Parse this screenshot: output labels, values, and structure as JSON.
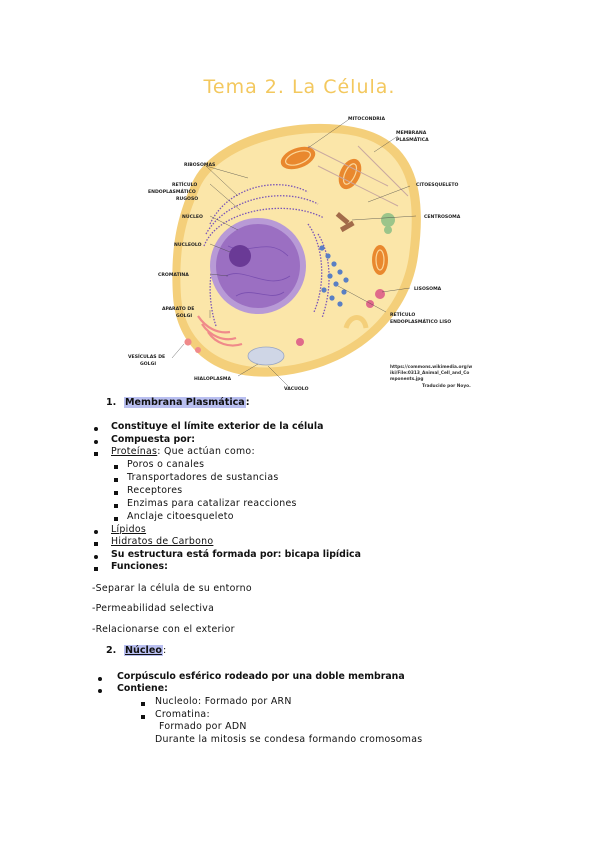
{
  "title": "Tema 2. La Célula.",
  "diagram": {
    "labels": {
      "mitocondria": "MITOCONDRIA",
      "membrana1": "MEMBRANA",
      "membrana2": "PLASMÁTICA",
      "ribosomas": "RIBOSOMAS",
      "rer1": "RETÍCULO",
      "rer2": "ENDOPLASMÁTICO",
      "rer3": "RUGOSO",
      "citoesqueleto": "CITOESQUELETO",
      "nucleo": "NÚCLEO",
      "centrosoma": "CENTROSOMA",
      "nucleolo": "NUCLEOLO",
      "cromatina": "CROMATINA",
      "lisosoma": "LISOSOMA",
      "golgi1": "APARATO DE",
      "golgi2": "GOLGI",
      "rel1": "RETÍCULO",
      "rel2": "ENDOPLASMÁTICO LISO",
      "vesiculas1": "VESÍCULAS DE",
      "vesiculas2": "GOLGI",
      "hialoplasma": "HIALOPLASMA",
      "vacuolo": "VACUOLO"
    },
    "credit": {
      "line1": "https://commons.wikimedia.org/w",
      "line2": "iki/File:0313_Animal_Cell_and_Co",
      "line3": "mponents.jpg",
      "line4": "Traducido por Noyo."
    }
  },
  "section1": {
    "number": "1.",
    "heading": "Membrana Plasmática",
    "colon": ":",
    "items": {
      "limite": "Constituye el límite exterior de la célula",
      "compuesta": "Compuesta por:",
      "proteinas": "Proteínas",
      "proteinas_rest": ": Que actúan como:",
      "sub": [
        "Poros o canales",
        "Transportadores de sustancias",
        "Receptores",
        "Enzimas para catalizar reacciones",
        "Anclaje citoesqueleto"
      ],
      "lipidos": "Lípidos",
      "hidratos": "Hidratos de Carbono",
      "estructura": "Su estructura está formada por: bicapa lipídica",
      "funciones": "Funciones:"
    },
    "funciones": [
      "-Separar la célula de su entorno",
      "-Permeabilidad selectiva",
      "-Relacionarse con el exterior"
    ]
  },
  "section2": {
    "number": "2.",
    "heading": "Núcleo",
    "colon": ":",
    "items": {
      "corpusculo": "Corpúsculo esférico rodeado por una doble membrana",
      "contiene": "Contiene:",
      "nucleolo": "Nucleolo: Formado por ARN",
      "cromatina": "Cromatina:",
      "adn": "Formado por ADN",
      "mitosis": "Durante la mitosis se condesa formando cromosomas"
    }
  },
  "colors": {
    "title": "#f3c85e",
    "highlight": "#b9bff0",
    "cytoplasm": "#fbe6a9",
    "membrane": "#f4cf7a",
    "nucleus": "#9b6fc2",
    "nucleolus": "#6a3a96",
    "mitochondria": "#e9882e"
  }
}
